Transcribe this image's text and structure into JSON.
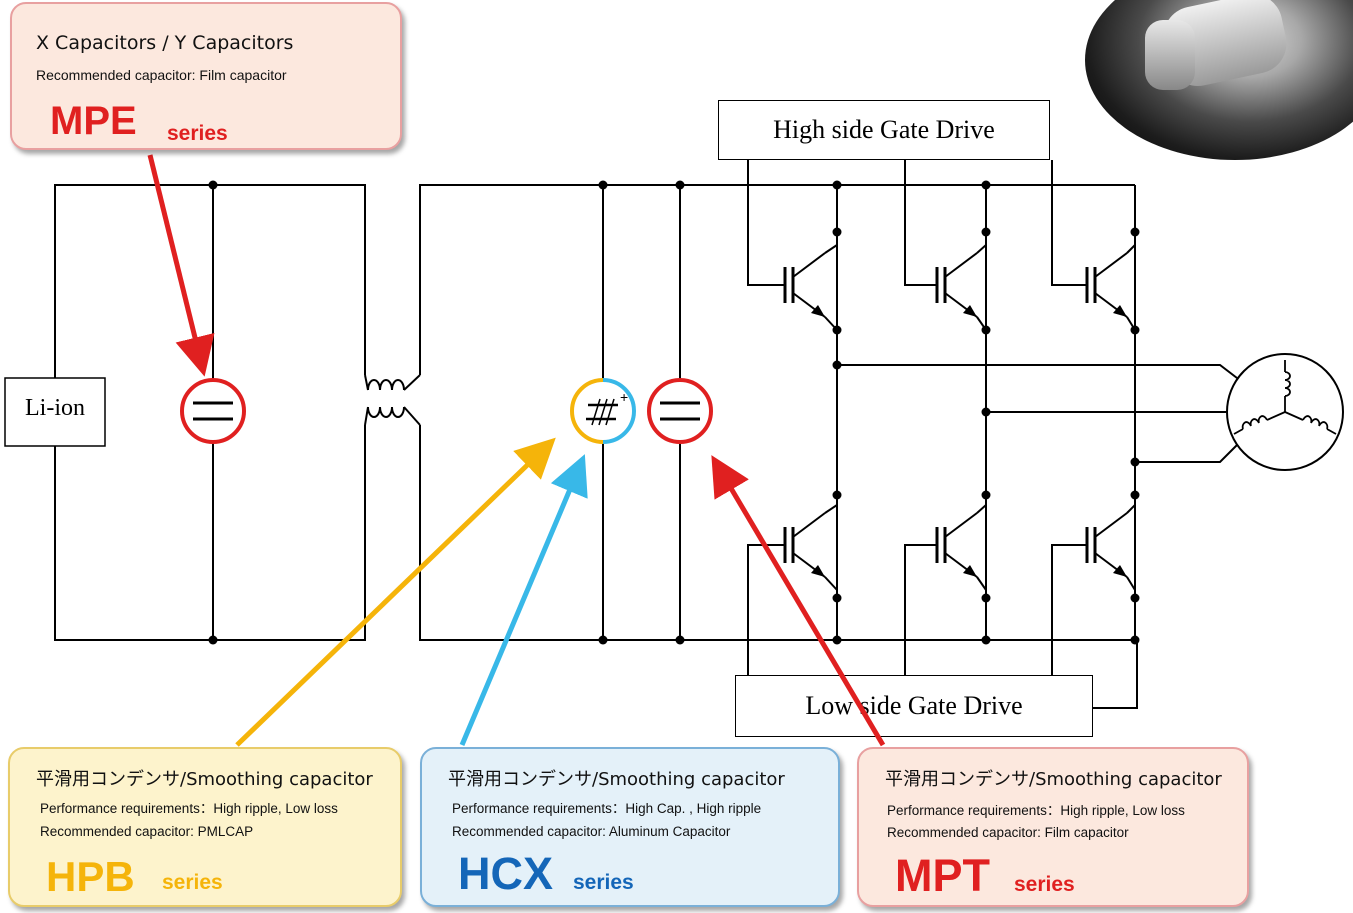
{
  "battery": {
    "label": "Li-ion"
  },
  "high_side_driver": {
    "label": "High side Gate Drive"
  },
  "low_side_driver": {
    "label": "Low side Gate Drive"
  },
  "film_cap_symbol": {
    "label": "film capacitor symbol",
    "color": "#e02020"
  },
  "electrolytic_symbol": {
    "label": "electrolytic capacitor symbol",
    "color_left": "#f5b40a",
    "color_right": "#38b8e8",
    "polarity": "+"
  },
  "callouts": {
    "mpe": {
      "line1": "X Capacitors / Y Capacitors",
      "line2": "Recommended capacitor: Film capacitor",
      "name": "MPE",
      "series": "series",
      "color": "#e02020",
      "bg": "#fce8de"
    },
    "hpb": {
      "line1": "平滑用コンデンサ/Smoothing capacitor",
      "line2": "Performance requirements：High ripple, Low loss",
      "line3": "Recommended capacitor: PMLCAP",
      "name": "HPB",
      "series": "series",
      "color": "#f5b40a",
      "bg": "#fdf3cc"
    },
    "hcx": {
      "line1": "平滑用コンデンサ/Smoothing capacitor",
      "line2": "Performance requirements：High Cap. , High ripple",
      "line3": "Recommended capacitor: Aluminum Capacitor",
      "name": "HCX",
      "series": "series",
      "color": "#1466b8",
      "bg": "#e4f1f9"
    },
    "mpt": {
      "line1": "平滑用コンデンサ/Smoothing capacitor",
      "line2": "Performance requirements：High ripple, Low loss",
      "line3": "Recommended capacitor: Film capacitor",
      "name": "MPT",
      "series": "series",
      "color": "#e02020",
      "bg": "#fce8de"
    }
  },
  "arrows": {
    "mpe": "#e02020",
    "hpb": "#f5b40a",
    "hcx": "#38b8e8",
    "mpt": "#e02020"
  },
  "icons": [
    "motor-photo",
    "motor-symbol",
    "transformer-symbol",
    "igbt-symbol"
  ]
}
